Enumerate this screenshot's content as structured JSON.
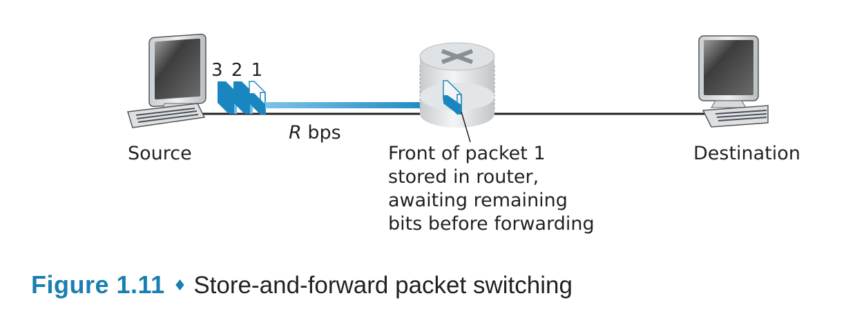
{
  "diagram": {
    "nodes": {
      "source": {
        "label": "Source",
        "kind": "computer"
      },
      "router": {
        "kind": "router"
      },
      "destination": {
        "label": "Destination",
        "kind": "computer"
      }
    },
    "packet_numbers": [
      "3",
      "2",
      "1"
    ],
    "link": {
      "rate_var": "R",
      "rate_unit": " bps"
    },
    "annotation": {
      "lines": [
        "Front of packet 1",
        "stored in router,",
        "awaiting remaining",
        "bits before forwarding"
      ]
    },
    "colors": {
      "packet_blue": "#1a86c0",
      "link_line": "#231f20",
      "caption_blue": "#1a7fb0"
    }
  },
  "caption": {
    "number": "Figure 1.11",
    "separator": "♦",
    "title": "Store-and-forward packet switching"
  }
}
